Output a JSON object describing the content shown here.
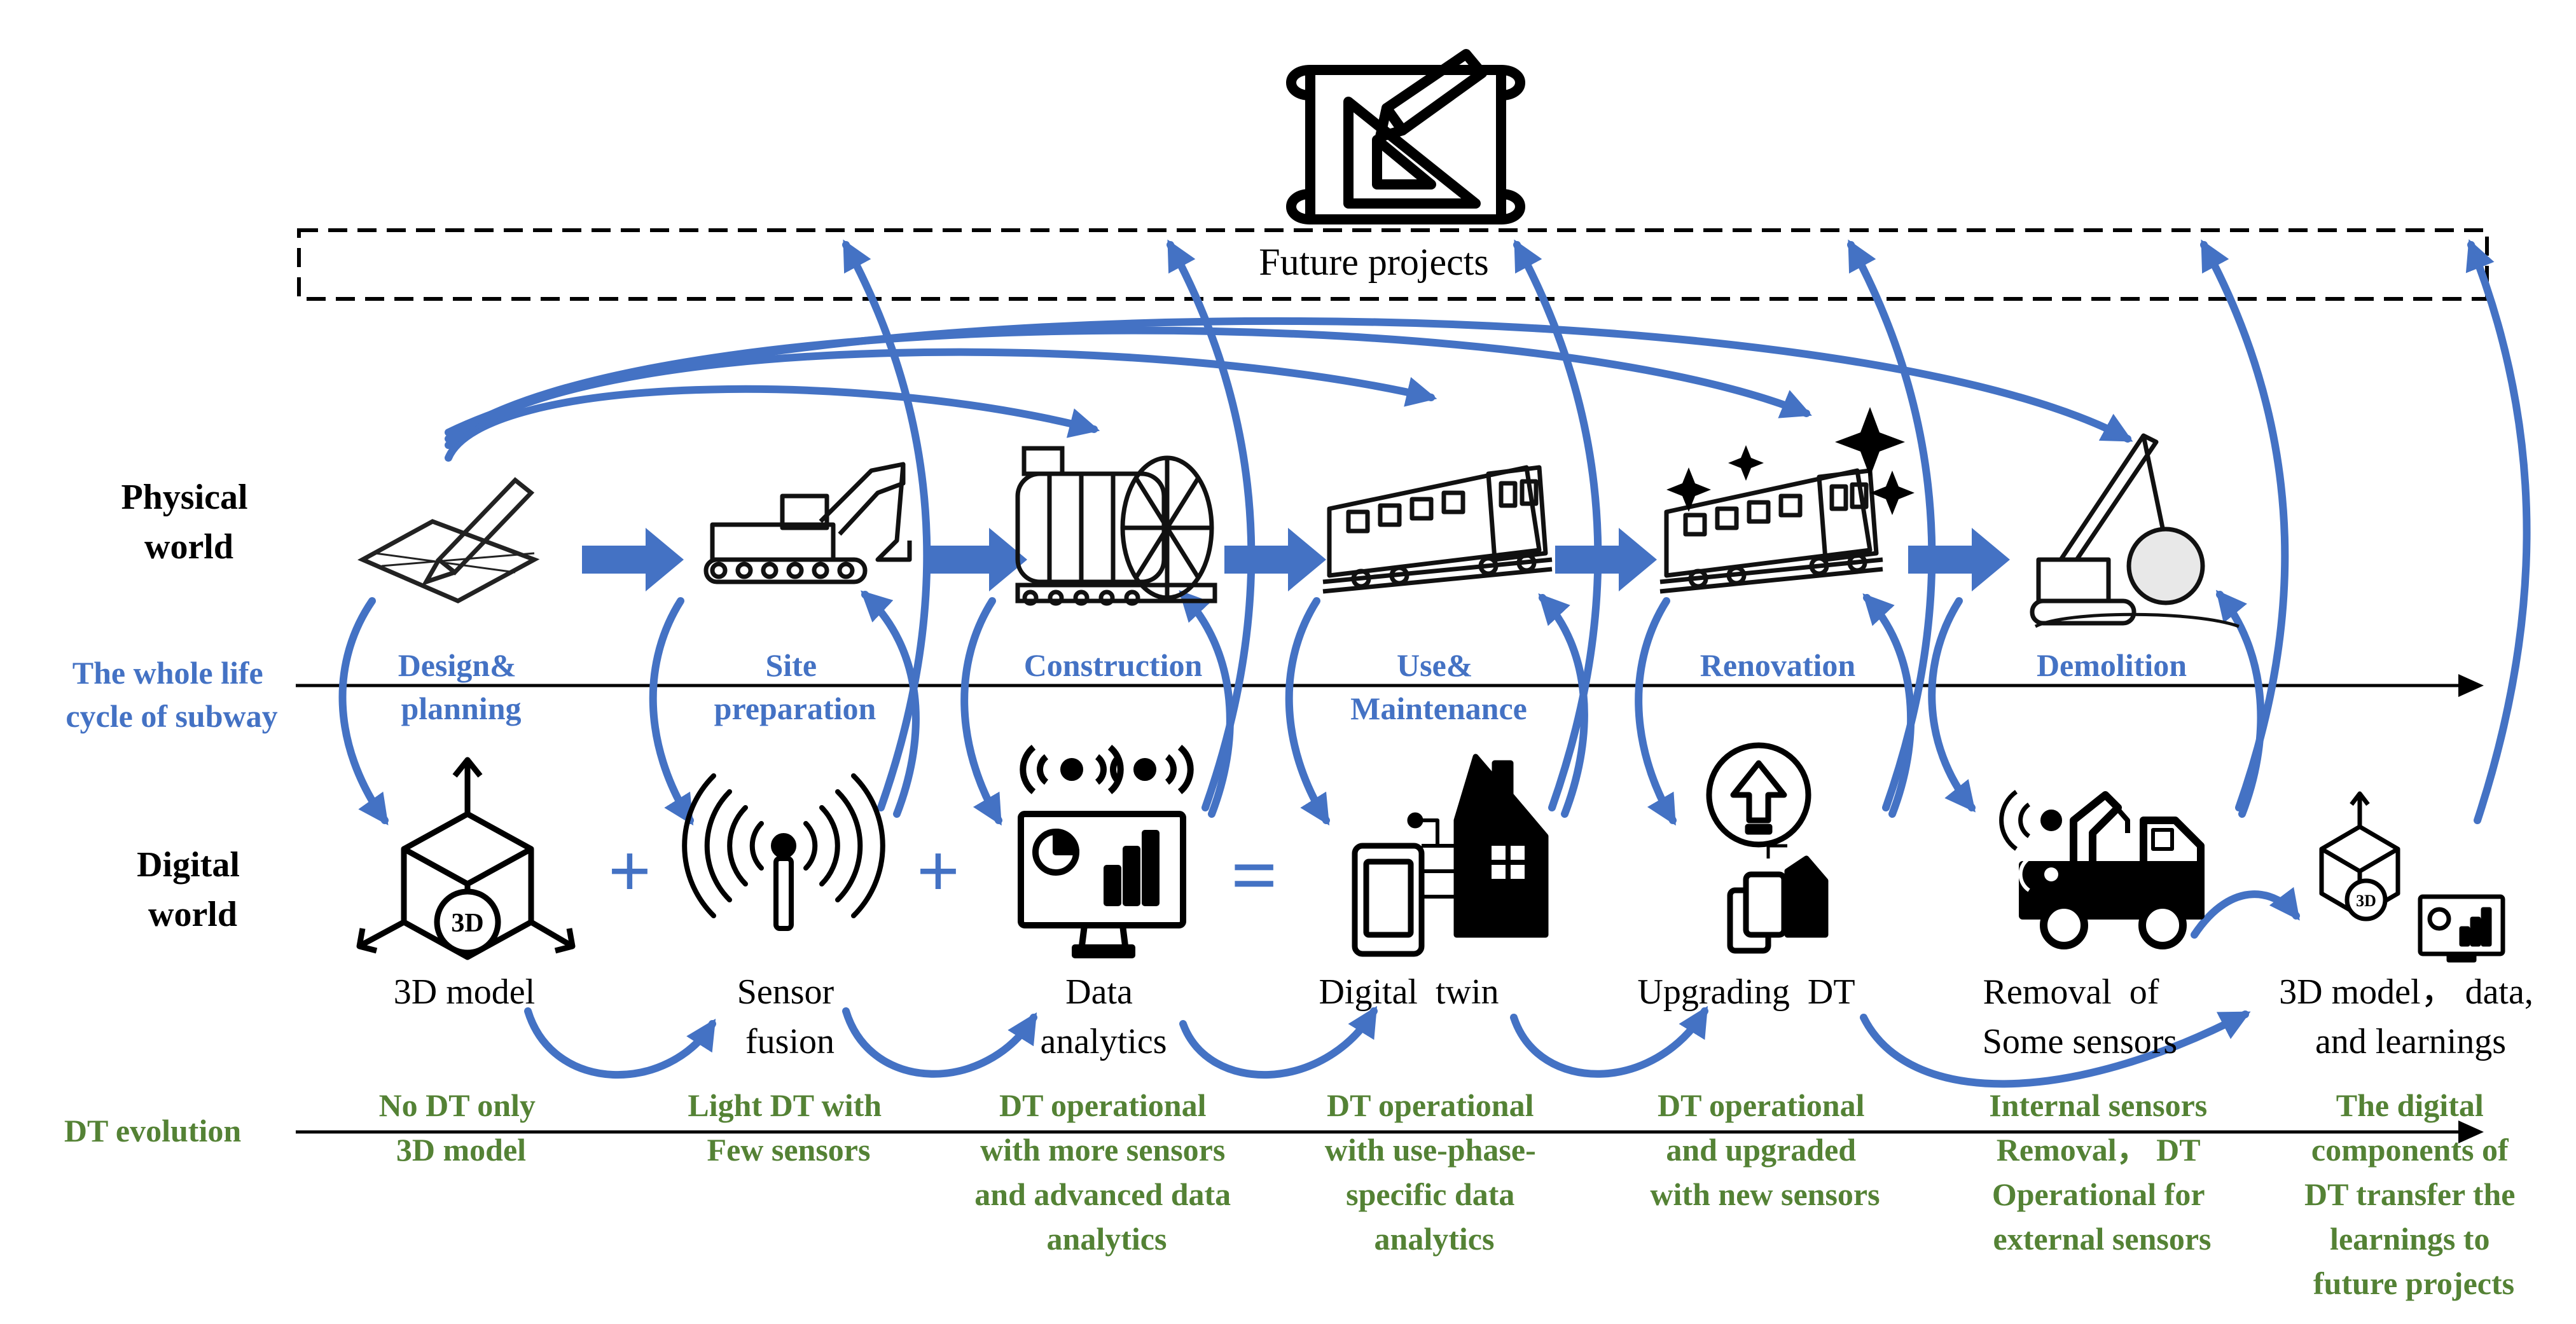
{
  "future_projects_label": "Future projects",
  "rows": {
    "physical_world": [
      "Physical",
      "world"
    ],
    "digital_world": [
      "Digital",
      "world"
    ]
  },
  "axes": {
    "lifecycle_label": [
      "The whole life",
      "cycle of subway"
    ],
    "dt_evolution_label": "DT evolution"
  },
  "stages": [
    {
      "label": [
        "Design&",
        "planning"
      ]
    },
    {
      "label": [
        "Site",
        "preparation"
      ]
    },
    {
      "label": [
        "Construction"
      ]
    },
    {
      "label": [
        "Use&",
        "Maintenance"
      ]
    },
    {
      "label": [
        "Renovation"
      ]
    },
    {
      "label": [
        "Demolition"
      ]
    }
  ],
  "digital_components": [
    {
      "label": [
        "3D model"
      ]
    },
    {
      "label": [
        "Sensor",
        "fusion"
      ]
    },
    {
      "label": [
        "Data",
        "analytics"
      ]
    },
    {
      "label": [
        "Digital  twin"
      ]
    },
    {
      "label": [
        "Upgrading  DT"
      ]
    },
    {
      "label": [
        "Removal  of",
        "Some sensors"
      ]
    },
    {
      "label": [
        "3D model， data,",
        "and learnings"
      ]
    }
  ],
  "operators": {
    "plus": "+",
    "equals": "="
  },
  "dt_evolution": [
    [
      "No DT only",
      "3D model"
    ],
    [
      "Light DT with",
      "Few sensors"
    ],
    [
      "DT operational",
      "with more sensors",
      "and advanced data",
      "analytics"
    ],
    [
      "DT operational",
      "with use-phase-",
      "specific data",
      "analytics"
    ],
    [
      "DT operational",
      "and upgraded",
      "with new sensors"
    ],
    [
      "Internal sensors",
      "Removal， DT",
      "Operational for",
      "external sensors"
    ],
    [
      "The digital",
      "components of",
      "DT transfer the",
      "learnings to",
      "future projects"
    ]
  ],
  "icons": [
    "blueprint-icon",
    "sketch-pencil-icon",
    "excavator-icon",
    "tunnel-boring-machine-icon",
    "subway-train-icon",
    "renovated-train-icon",
    "wrecking-crane-icon",
    "3d-cube-icon",
    "sensor-antenna-icon",
    "analytics-monitor-icon",
    "digital-twin-house-icon",
    "upgrade-arrow-icon",
    "tow-truck-icon",
    "3d-model-dashboard-icon"
  ],
  "colors": {
    "arrow": "#4472C4",
    "stage_text": "#4472C4",
    "evolution_text": "#548235"
  }
}
